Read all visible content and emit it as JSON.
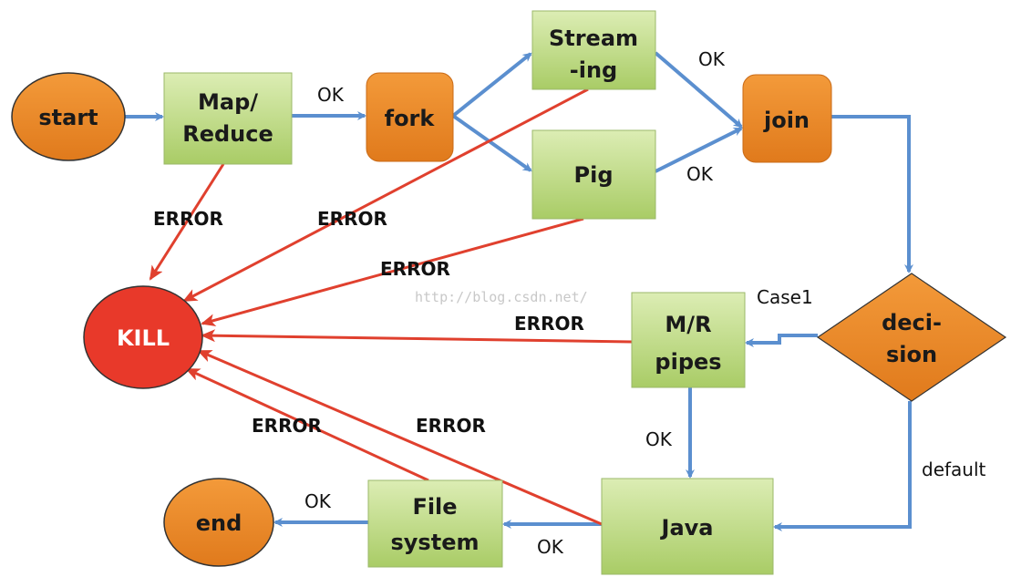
{
  "colors": {
    "orange": "#ee8a2a",
    "green": "#c6df8e",
    "red": "#e8392a",
    "blue": "#5b8fcf",
    "error_line": "#e0402e"
  },
  "nodes": {
    "start": "start",
    "mapreduce": [
      "Map/",
      "Reduce"
    ],
    "fork": "fork",
    "streaming": [
      "Stream",
      "-ing"
    ],
    "pig": "Pig",
    "join": "join",
    "decision": [
      "deci-",
      "sion"
    ],
    "mrpipes": [
      "M/R",
      "pipes"
    ],
    "java": "Java",
    "filesystem": [
      "File",
      "system"
    ],
    "end": "end",
    "kill": "KILL"
  },
  "edge_labels": {
    "map_fork": "OK",
    "stream_join": "OK",
    "pig_join": "OK",
    "case1": "Case1",
    "default": "default",
    "mr_java": "OK",
    "java_fs": "OK",
    "fs_end": "OK",
    "err_map": "ERROR",
    "err_stream": "ERROR",
    "err_pig": "ERROR",
    "err_mr": "ERROR",
    "err_java": "ERROR",
    "err_fs": "ERROR"
  },
  "watermark": "http://blog.csdn.net/"
}
